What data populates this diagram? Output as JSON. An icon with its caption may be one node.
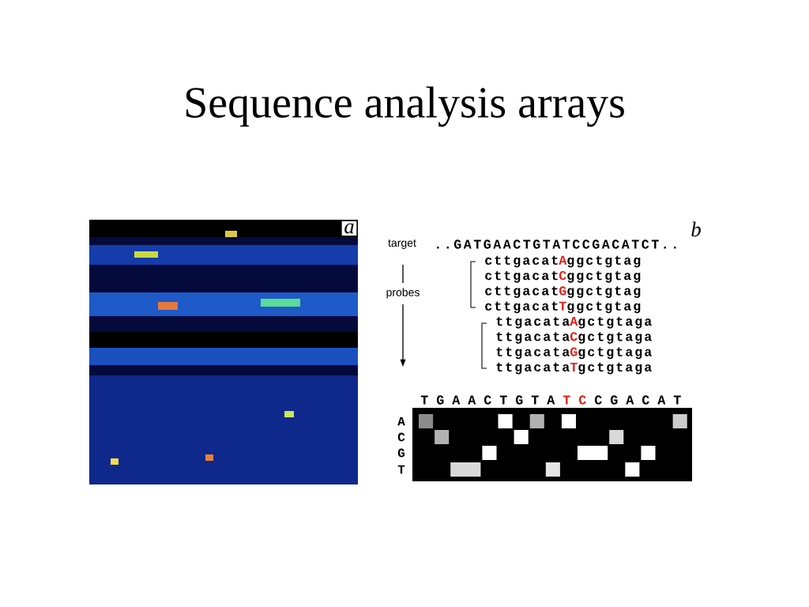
{
  "diagram": {
    "title": "Sequence analysis arrays",
    "labels": [
      "a",
      "b",
      "target",
      "..GATGAACTGTATCCGACATCT..",
      "probes",
      "cttgacat",
      "A",
      "ggctgtag",
      "cttgacat",
      "C",
      "ggctgtag",
      "cttgacat",
      "G",
      "ggctgtag",
      "cttgacat",
      "T",
      "ggctgtag",
      "ttgacata",
      "A",
      "gctgtaga",
      "ttgacata",
      "C",
      "gctgtaga",
      "ttgacata",
      "G",
      "gctgtaga",
      "ttgacata",
      "T",
      "gctgtaga",
      "T G A A C T G T A",
      "T C",
      "C G A C A T",
      "A",
      "C",
      "G",
      "T"
    ]
  }
}
